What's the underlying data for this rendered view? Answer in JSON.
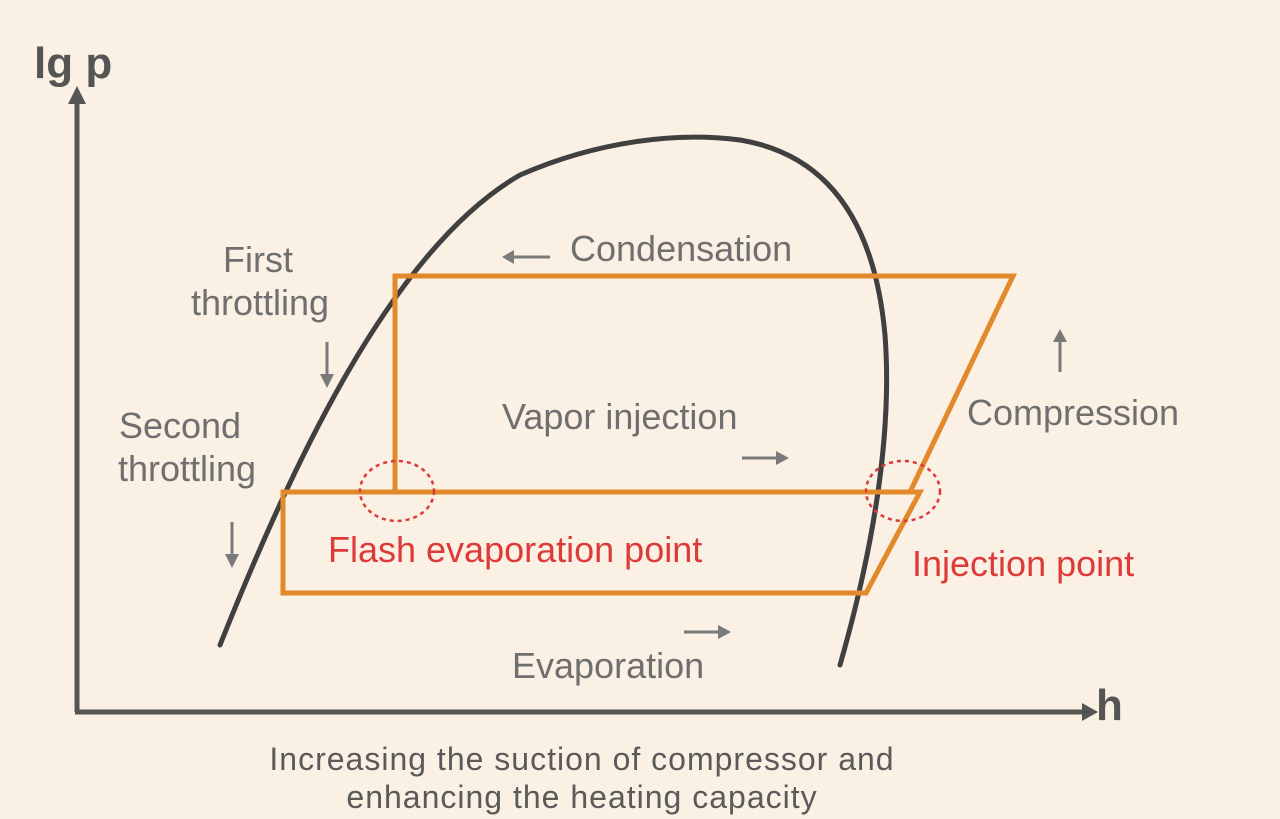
{
  "axes": {
    "y_label": "lg p",
    "x_label": "h"
  },
  "labels": {
    "first_line1": "First",
    "first_line2": "throttling",
    "second_line1": "Second",
    "second_line2": "throttling",
    "condensation": "Condensation",
    "compression": "Compression",
    "vapor_injection": "Vapor injection",
    "evaporation": "Evaporation",
    "flash_point": "Flash evaporation point",
    "injection_point": "Injection point"
  },
  "caption": {
    "line1": "Increasing the suction of compressor and",
    "line2": "enhancing the heating capacity"
  },
  "colors": {
    "background": "#fbf0e4",
    "curve": "#404040",
    "cycle": "#e28a2b",
    "highlight": "#dd3a3a",
    "text": "#6f6f6f"
  },
  "icons": [
    "arrow-left-icon",
    "arrow-up-icon",
    "arrow-down-icon",
    "arrow-right-icon"
  ]
}
